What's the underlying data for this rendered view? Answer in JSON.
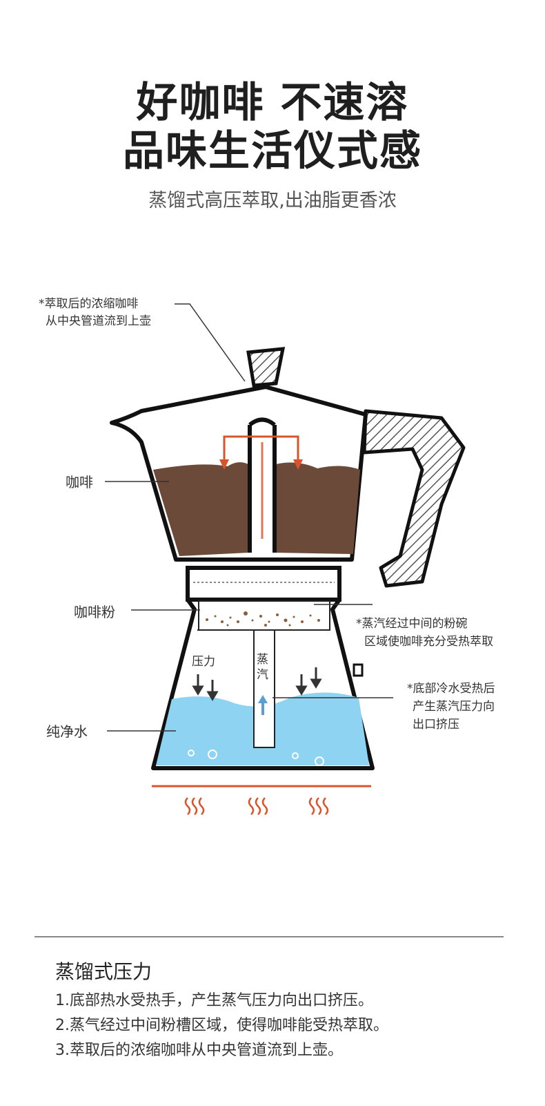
{
  "header": {
    "title_line1": "好咖啡 不速溶",
    "title_line2": "品味生活仪式感",
    "subtitle": "蒸馏式高压萃取,出油脂更香浓"
  },
  "diagram": {
    "top_note_line1": "*萃取后的浓缩咖啡",
    "top_note_line2": "从中央管道流到上壶",
    "coffee_label": "咖啡",
    "powder_label": "咖啡粉",
    "water_label": "纯净水",
    "steam_note_line1": "*蒸汽经过中间的粉碗",
    "steam_note_line2": "区域使咖啡充分受热萃取",
    "bottom_note_line1": "*底部冷水受热后",
    "bottom_note_line2": "产生蒸汽压力向",
    "bottom_note_line3": "出口挤压",
    "pressure_label": "压力",
    "steam_char1": "蒸",
    "steam_char2": "汽",
    "colors": {
      "coffee": "#6b4a3a",
      "water": "#8ed3f2",
      "arrow_red": "#d9542b",
      "arrow_blue": "#5b9fd0",
      "outline": "#111111"
    }
  },
  "section": {
    "title": "蒸馏式压力",
    "steps": [
      "1.底部热水受热手，产生蒸气压力向出口挤压。",
      "2.蒸气经过中间粉槽区域，使得咖啡能受热萃取。",
      "3.萃取后的浓缩咖啡从中央管道流到上壶。"
    ]
  }
}
